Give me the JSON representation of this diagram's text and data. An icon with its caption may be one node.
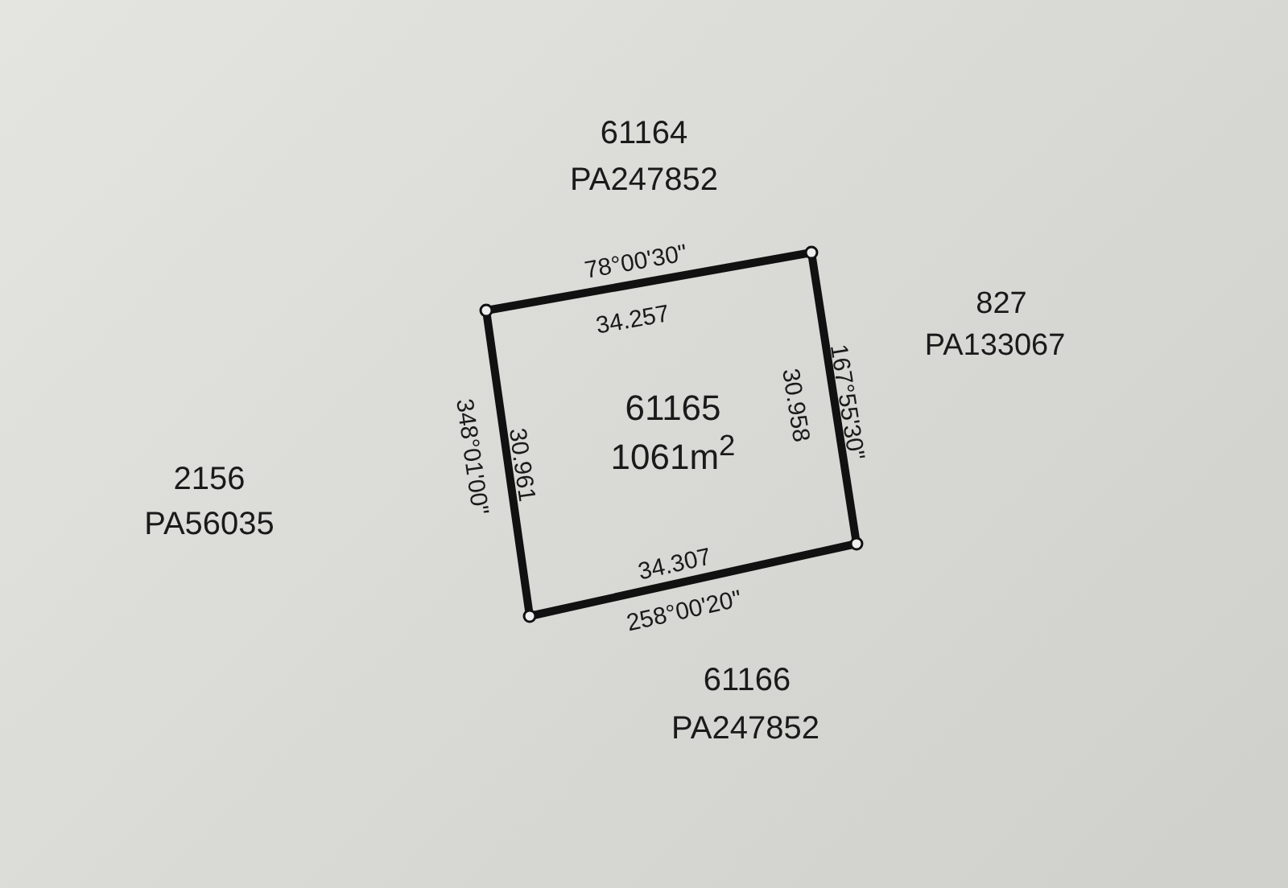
{
  "diagram": {
    "nodes": [
      {
        "text": [
          "61165",
          "1061m$^{2}$"
        ]
      }
    ],
    "labels": [
      "61164",
      "PA247852",
      "78°00'30\"",
      "34.257",
      "827",
      "PA133067",
      "30.958",
      "167°55'30\"",
      "348°01'00\"",
      "30.961",
      "2156",
      "PA56035",
      "34.307",
      "258°00'20\"",
      "61166",
      "PA247852"
    ]
  }
}
